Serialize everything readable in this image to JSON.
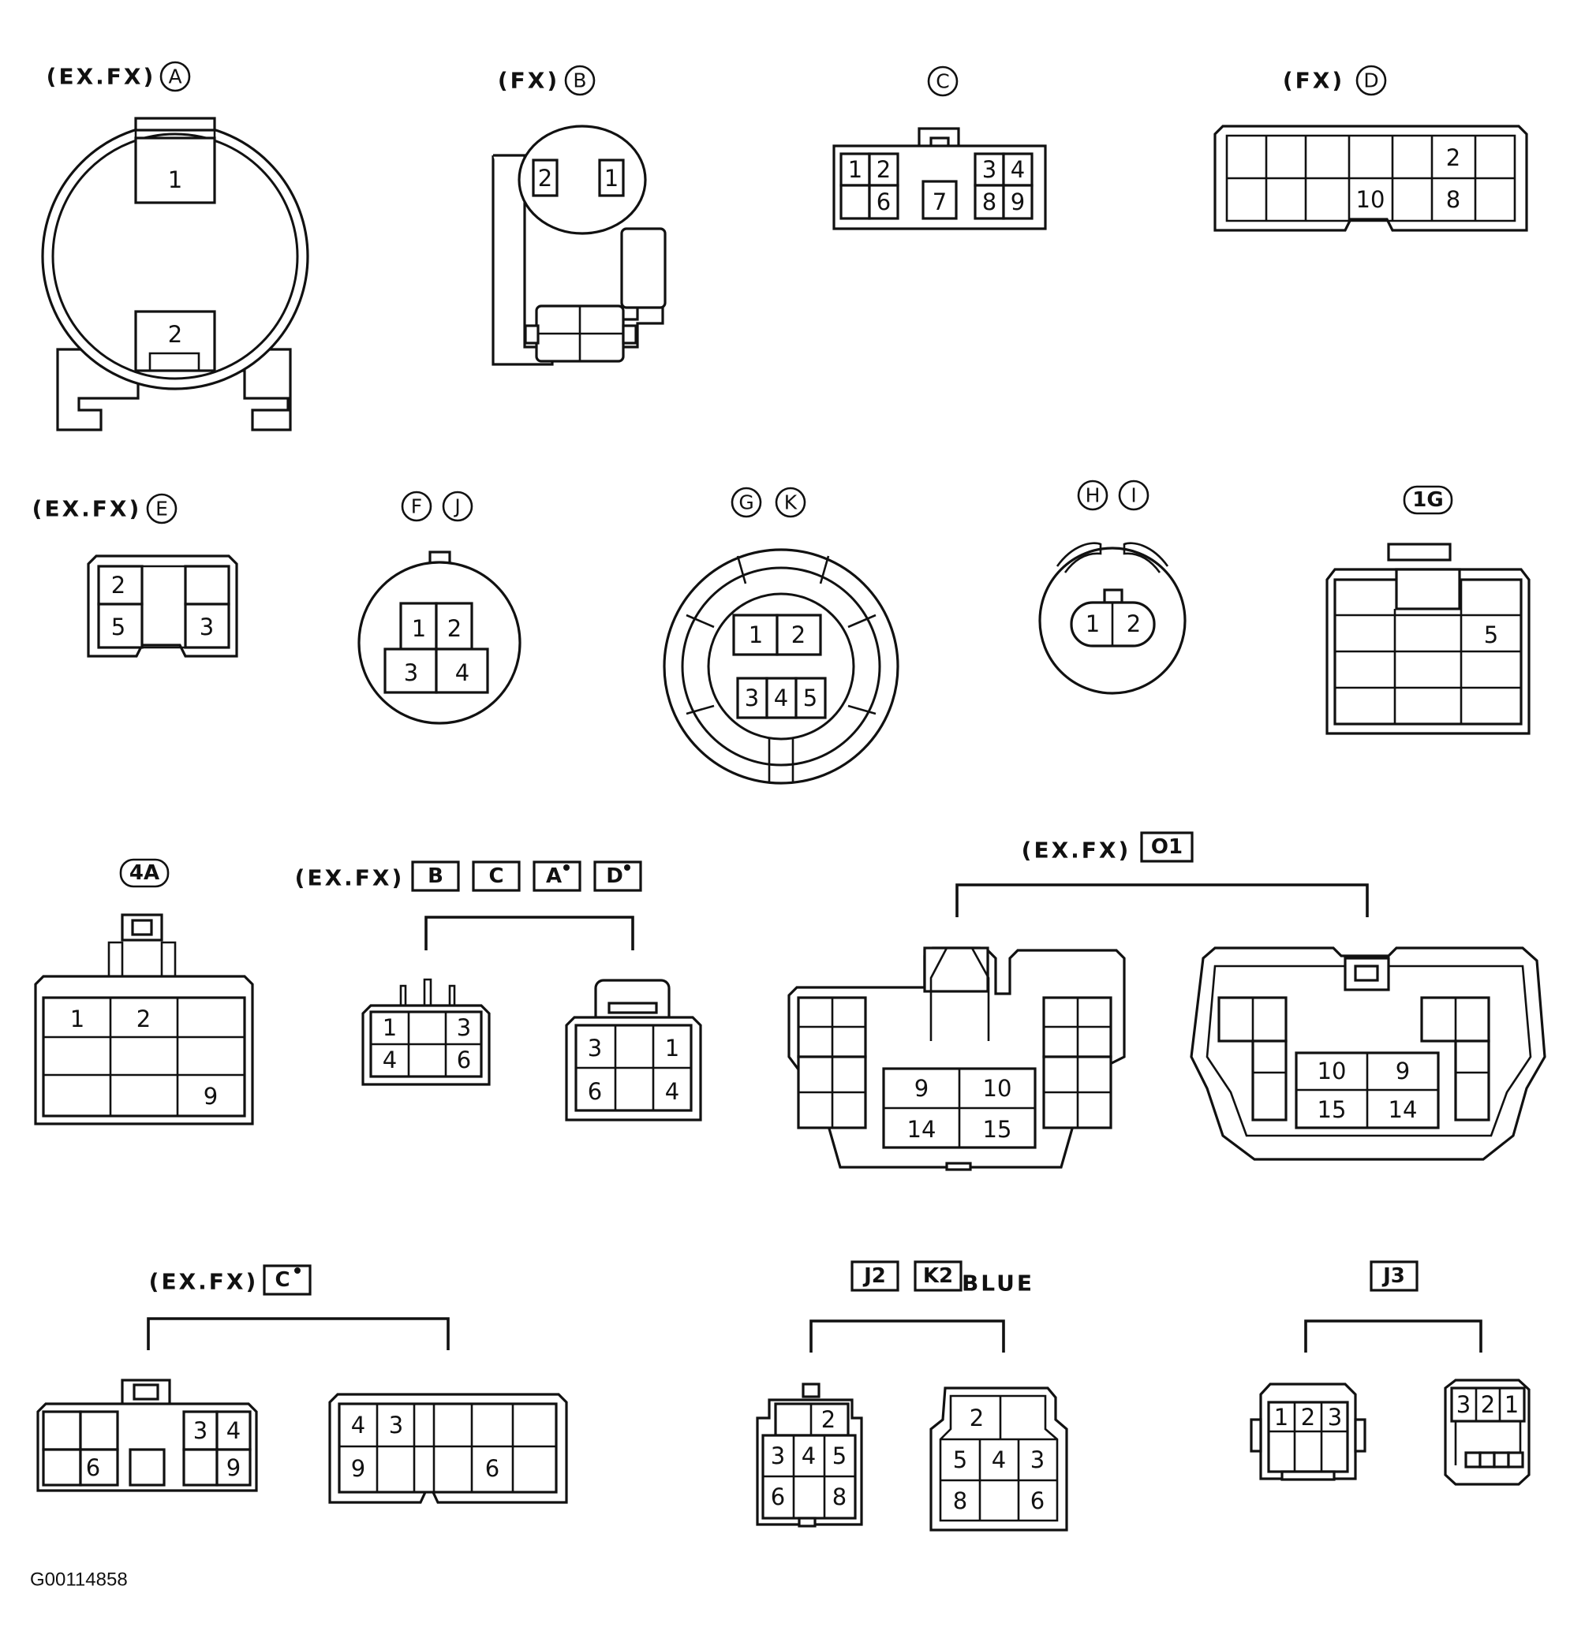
{
  "labels": {
    "A": {
      "qualifier": "(EX.FX)",
      "id": "A"
    },
    "B": {
      "qualifier": "(FX)",
      "id": "B"
    },
    "C": {
      "id": "C"
    },
    "D": {
      "qualifier": "(FX)",
      "id": "D"
    },
    "E": {
      "qualifier": "(EX.FX)",
      "id": "E"
    },
    "FJ": {
      "ids": [
        "F",
        "J"
      ]
    },
    "GK": {
      "ids": [
        "G",
        "K"
      ]
    },
    "HI": {
      "ids": [
        "H",
        "I"
      ]
    },
    "1G": {
      "id": "1G"
    },
    "4A": {
      "id": "4A"
    },
    "multi": {
      "qualifier": "(EX.FX)",
      "ids": [
        "B",
        "C",
        "A",
        "D"
      ],
      "marked": [
        false,
        false,
        true,
        true
      ]
    },
    "O1": {
      "qualifier": "(EX.FX)",
      "id": "O1"
    },
    "Cstar": {
      "qualifier": "(EX.FX)",
      "id": "C"
    },
    "J2K2": {
      "ids": [
        "J2",
        "K2"
      ],
      "color": "BLUE"
    },
    "J3": {
      "id": "J3"
    }
  },
  "pins": {
    "A": [
      "1",
      "2"
    ],
    "B": [
      "2",
      "1"
    ],
    "C": [
      "1",
      "2",
      "3",
      "4",
      "6",
      "7",
      "8",
      "9"
    ],
    "D": [
      "2",
      "10",
      "8"
    ],
    "E": [
      "2",
      "5",
      "3"
    ],
    "FJ": [
      "1",
      "2",
      "3",
      "4"
    ],
    "GK": [
      "1",
      "2",
      "3",
      "4",
      "5"
    ],
    "HI": [
      "1",
      "2"
    ],
    "1G": [
      "5"
    ],
    "4A": [
      "1",
      "2",
      "9"
    ],
    "BCAD_left": [
      "1",
      "3",
      "4",
      "6"
    ],
    "BCAD_right": [
      "3",
      "1",
      "6",
      "4"
    ],
    "O1_left": [
      "9",
      "10",
      "14",
      "15"
    ],
    "O1_right": [
      "10",
      "9",
      "15",
      "14"
    ],
    "C_left": [
      "3",
      "4",
      "6",
      "9"
    ],
    "C_right": [
      "4",
      "3",
      "9",
      "6"
    ],
    "J2_left": [
      "2",
      "3",
      "4",
      "5",
      "6",
      "8"
    ],
    "J2_right": [
      "2",
      "5",
      "4",
      "3",
      "8",
      "6"
    ],
    "J3_left": [
      "1",
      "2",
      "3"
    ],
    "J3_right": [
      "3",
      "2",
      "1"
    ]
  },
  "figure_code": "G00114858"
}
